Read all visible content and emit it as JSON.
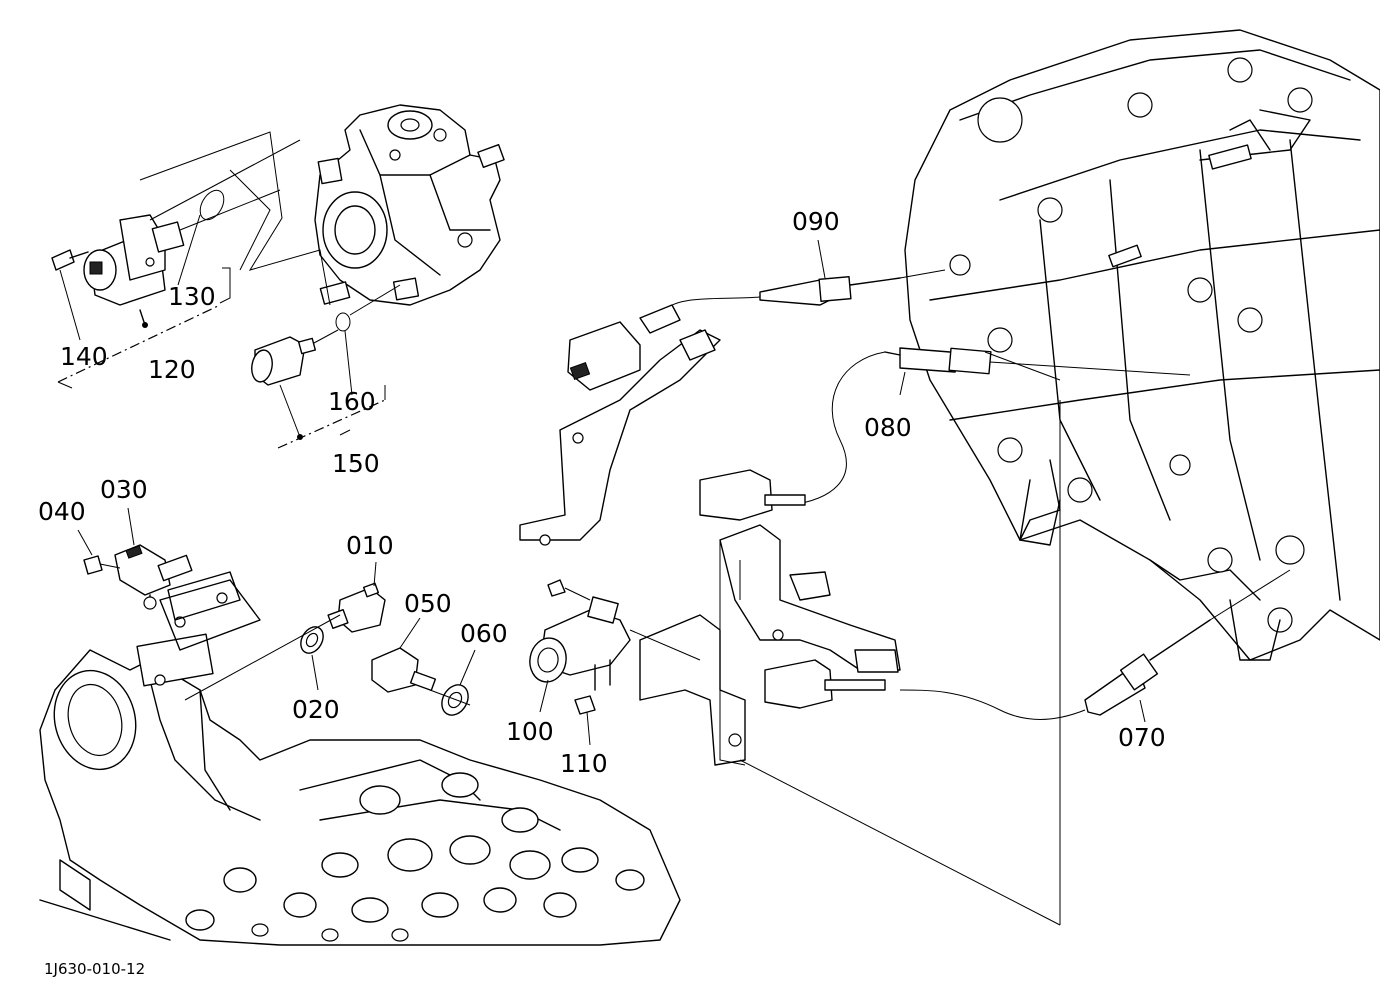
{
  "callouts": {
    "c010": "010",
    "c020": "020",
    "c030": "030",
    "c040": "040",
    "c050": "050",
    "c060": "060",
    "c070": "070",
    "c080": "080",
    "c090": "090",
    "c100": "100",
    "c110": "110",
    "c120": "120",
    "c130": "130",
    "c140": "140",
    "c150": "150",
    "c160": "160"
  },
  "drawing_id": "1J630-010-12"
}
